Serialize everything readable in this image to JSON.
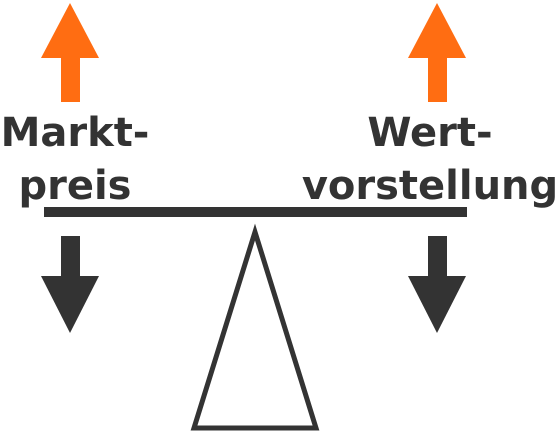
{
  "diagram": {
    "left": {
      "label_line1": "Markt-",
      "label_line2": "preis"
    },
    "right": {
      "label_line1": "Wert-",
      "label_line2": "vorstellung"
    },
    "colors": {
      "up_arrow": "#ff6d12",
      "down_arrow": "#333333",
      "beam": "#333333",
      "fulcrum_stroke": "#333333",
      "fulcrum_fill": "#ffffff",
      "text": "#333333"
    },
    "icons": {
      "left_up": "arrow-up-icon",
      "left_down": "arrow-down-icon",
      "right_up": "arrow-up-icon",
      "right_down": "arrow-down-icon"
    }
  }
}
